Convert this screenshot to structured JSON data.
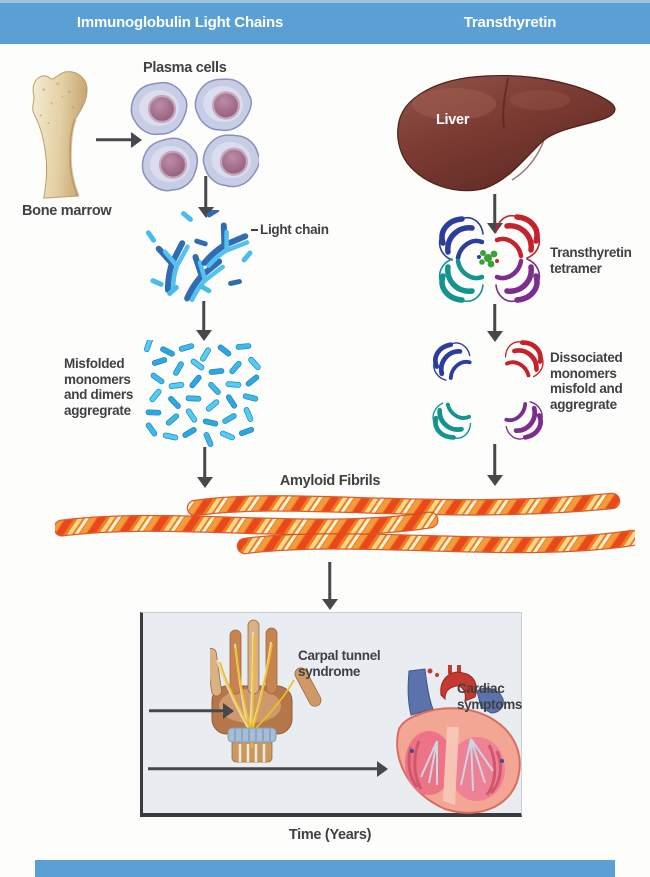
{
  "figure": {
    "header": {
      "left_title": "Immunoglobulin Light Chains",
      "right_title": "Transthyretin"
    },
    "light_chain_pathway": {
      "bone_marrow_label": "Bone marrow",
      "plasma_cells_label": "Plasma cells",
      "light_chain_label": "Light chain",
      "aggregation_label": "Misfolded monomers and dimers aggregrate"
    },
    "transthyretin_pathway": {
      "liver_label": "Liver",
      "tetramer_label": "Transthyretin tetramer",
      "dissociation_label": "Dissociated monomers misfold and aggregrate"
    },
    "convergence": {
      "amyloid_fibrils_label": "Amyloid Fibrils"
    },
    "timeline": {
      "carpal_tunnel_label": "Carpal tunnel syndrome",
      "cardiac_symptoms_label": "Cardiac symptoms",
      "time_axis_label": "Time (Years)"
    },
    "palette": {
      "header_blue": "#5BA0D5",
      "header_blue_light": "#9CC4E2",
      "text_dark": "#414043",
      "arrow_gray": "#48484B",
      "chain_blue_dark": "#2F6CB4",
      "chain_blue_light": "#54C2EC",
      "fibril_orange": "#F07E1E",
      "timeline_box_fill": "#E9EDF1",
      "bone_tan": "#E3D2A8",
      "liver_brown": "#7A3A32",
      "plasma_cell_lavender": "#C8CDE6",
      "nucleus_mauve": "#9A6382",
      "ribbon_blue": "#2C3DA0",
      "ribbon_red": "#C5232B",
      "ribbon_teal": "#13948E",
      "ribbon_purple": "#7B2E8C"
    }
  }
}
